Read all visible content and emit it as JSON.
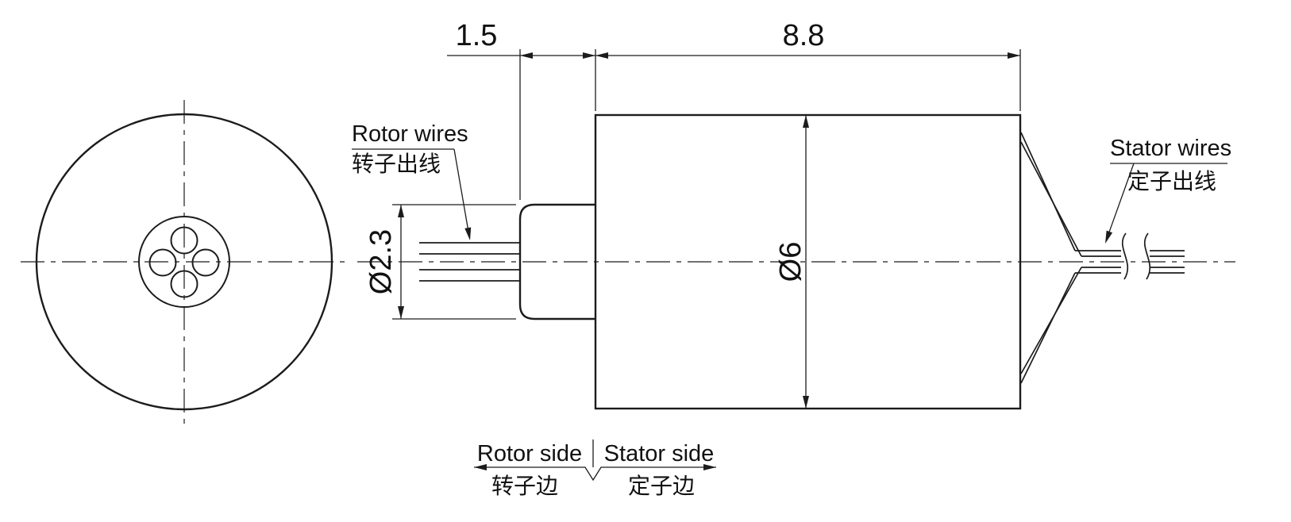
{
  "drawing": {
    "dimensions": {
      "rotor_length": "1.5",
      "body_length": "8.8",
      "rotor_diameter": "Ø2.3",
      "body_diameter": "Ø6"
    },
    "labels": {
      "rotor_wires_en": "Rotor wires",
      "rotor_wires_zh": "转子出线",
      "stator_wires_en": "Stator wires",
      "stator_wires_zh": "定子出线",
      "rotor_side_en": "Rotor side",
      "rotor_side_zh": "转子边",
      "stator_side_en": "Stator side",
      "stator_side_zh": "定子边"
    },
    "colors": {
      "line": "#1c1c1c",
      "background": "#ffffff"
    }
  }
}
